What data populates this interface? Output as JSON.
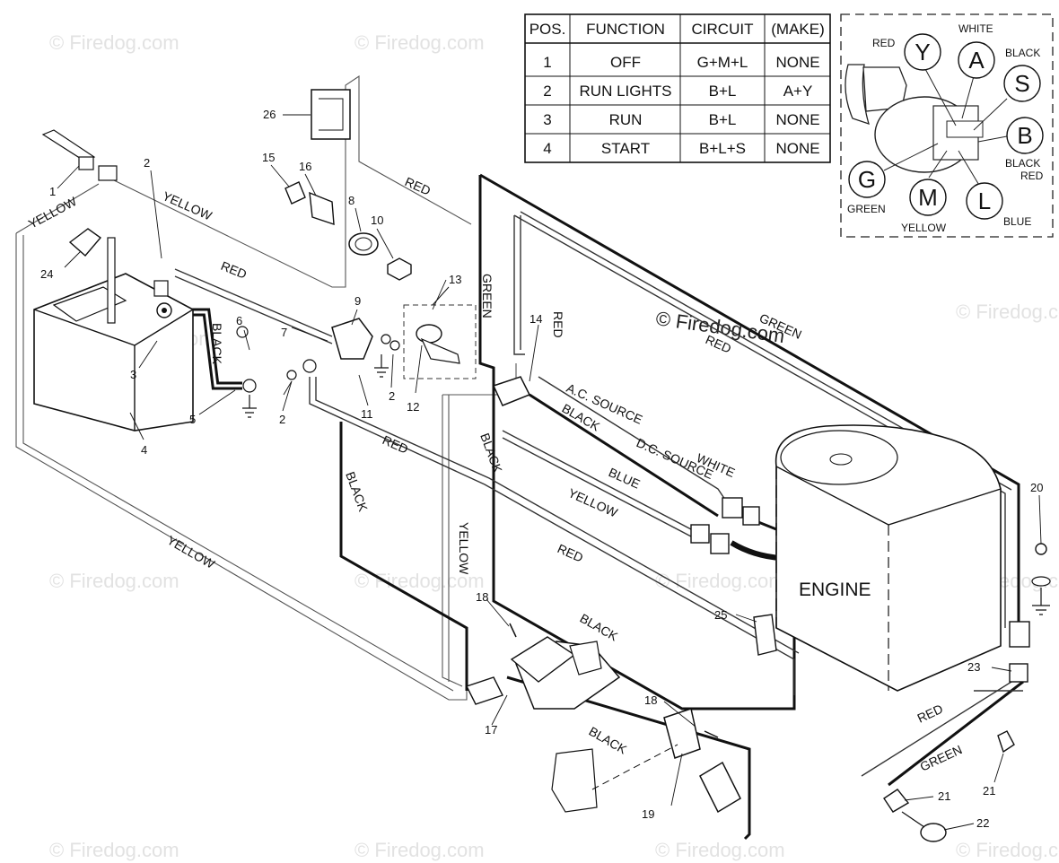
{
  "watermarks": {
    "mark": "© Firedog.com",
    "center_mark": "© Firedog.com"
  },
  "table": {
    "headers": [
      "POS.",
      "FUNCTION",
      "CIRCUIT",
      "(MAKE)"
    ],
    "rows": [
      [
        "1",
        "OFF",
        "G+M+L",
        "NONE"
      ],
      [
        "2",
        "RUN LIGHTS",
        "B+L",
        "A+Y"
      ],
      [
        "3",
        "RUN",
        "B+L",
        "NONE"
      ],
      [
        "4",
        "START",
        "B+L+S",
        "NONE"
      ]
    ]
  },
  "ignition_switch": {
    "terminals": {
      "Y": "Y",
      "A": "A",
      "S": "S",
      "B": "B",
      "G": "G",
      "M": "M",
      "L": "L"
    },
    "wire_colors": {
      "red": "RED",
      "white": "WHITE",
      "black": "BLACK",
      "black_red_line1": "BLACK",
      "black_red_line2": "RED",
      "green": "GREEN",
      "yellow": "YELLOW",
      "blue": "BLUE"
    }
  },
  "wire_labels": {
    "yellow_top_left": "YELLOW",
    "yellow_top": "YELLOW",
    "red_battery": "RED",
    "black_battery": "BLACK",
    "red_top": "RED",
    "green_vertical": "GREEN",
    "red_vertical": "RED",
    "green_diagonal": "GREEN",
    "red_diagonal": "RED",
    "ac_source": "A.C. SOURCE",
    "black_ac": "BLACK",
    "dc_source": "D.C. SOURCE",
    "white_dc": "WHITE",
    "blue": "BLUE",
    "yellow_mid": "YELLOW",
    "red_mid": "RED",
    "red_lower": "RED",
    "black_vertical_left": "BLACK",
    "black_vertical_mid": "BLACK",
    "yellow_vertical": "YELLOW",
    "yellow_bottom_left": "YELLOW",
    "black_lower": "BLACK",
    "black_bottom": "BLACK",
    "red_right": "RED",
    "green_right": "GREEN"
  },
  "engine_label": "ENGINE",
  "callouts": {
    "c1": "1",
    "c2a": "2",
    "c2b": "2",
    "c2c": "2",
    "c3": "3",
    "c4": "4",
    "c5": "5",
    "c6": "6",
    "c7": "7",
    "c8": "8",
    "c9": "9",
    "c10": "10",
    "c11": "11",
    "c12": "12",
    "c13": "13",
    "c14": "14",
    "c15": "15",
    "c16": "16",
    "c17": "17",
    "c18a": "18",
    "c18b": "18",
    "c19": "19",
    "c20": "20",
    "c21a": "21",
    "c21b": "21",
    "c22": "22",
    "c23": "23",
    "c24": "24",
    "c25": "25",
    "c26": "26"
  }
}
